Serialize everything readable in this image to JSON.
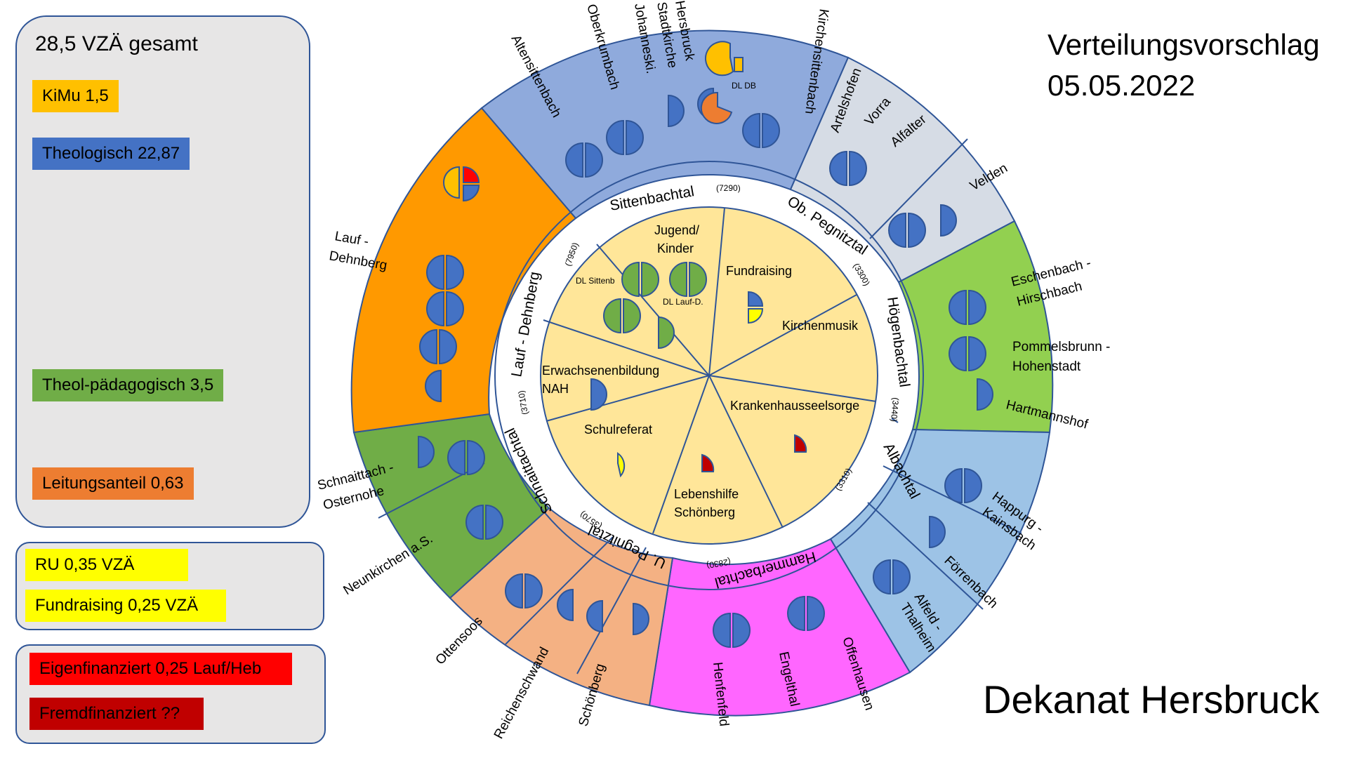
{
  "title_line1": "Verteilungsvorschlag",
  "title_line2": "05.05.2022",
  "footer": "Dekanat Hersbruck",
  "legend": {
    "total": "28,5 VZÄ gesamt",
    "kimu": "KiMu 1,5",
    "theologisch": "Theologisch 22,87",
    "theol_paed": "Theol-pädagogisch 3,5",
    "leitung": "Leitungsanteil 0,63",
    "ru": "RU 0,35 VZÄ",
    "fundraising": "Fundraising 0,25 VZÄ",
    "eigen": "Eigenfinanziert 0,25 Lauf/Heb",
    "fremd": "Fremdfinanziert ??"
  },
  "colors": {
    "kimu": "#ffc000",
    "theologisch": "#4472c4",
    "theol_paed": "#70ad47",
    "leitung": "#ed7d31",
    "ru": "#ffff00",
    "eigen": "#ff0000",
    "fremd": "#c00000",
    "border": "#2f5597"
  },
  "regions": {
    "sittenbachtal": "Sittenbachtal",
    "sittenbachtal_num": "(7290)",
    "ob_pegnitztal": "Ob. Pegnitztal",
    "ob_pegnitztal_num": "(3300)",
    "hoegenbachtal": "Högenbachtal",
    "hoegenbachtal_num": "(3440)",
    "albachtal": "Albachtal",
    "albachtal_num": "(3310)",
    "hammerbachtal": "Hammerbachtal",
    "hammerbachtal_num": "(2830)",
    "u_pegnitztal": "U. Pegnitztal",
    "u_pegnitztal_num": "(3570)",
    "schnaittachtal": "Schnaittachtal",
    "schnaittachtal_num": "(3710)",
    "lauf_dehnberg": "Lauf - Dehnberg",
    "lauf_dehnberg_num": "(7950)"
  },
  "parishes": {
    "altensittenbach": "Altensittenbach",
    "oberkrumbach": "Oberkrumbach",
    "hersbruck_1": "Hersbruck",
    "hersbruck_2": "Stadtkirche",
    "hersbruck_3": "Johanneski.",
    "kirchensittenbach": "Kirchensittenbach",
    "dl_db": "DL DB",
    "artelshofen": "Artelshofen",
    "vorra": "Vorra",
    "alfalter": "Alfalter",
    "velden": "Velden",
    "eschenbach_1": "Eschenbach -",
    "eschenbach_2": "Hirschbach",
    "pommelsbrunn_1": "Pommelsbrunn -",
    "pommelsbrunn_2": "Hohenstadt",
    "hartmannshof": "Hartmannshof",
    "happurg_1": "Happurg -",
    "happurg_2": "Kainsbach",
    "foerrenbach": "Förrenbach",
    "alfeld_1": "Alfeld -",
    "alfeld_2": "Thalheim",
    "offenhausen": "Offenhausen",
    "engelthal": "Engelthal",
    "henfenfeld": "Henfenfeld",
    "schoenberg": "Schönberg",
    "reichenschwand": "Reichenschwand",
    "ottensoos": "Ottensoos",
    "neunkirchen": "Neunkirchen a.S.",
    "schnaittach_1": "Schnaittach -",
    "schnaittach_2": "Osternohe",
    "lauf_1": "Lauf -",
    "lauf_2": "Dehnberg"
  },
  "center": {
    "jugend_1": "Jugend/",
    "jugend_2": "Kinder",
    "dl_sittenb": "DL Sittenb",
    "dl_lauf": "DL Lauf-D.",
    "fundraising": "Fundraising",
    "kirchenmusik": "Kirchenmusik",
    "erwachsenen_1": "Erwachsenenbildung",
    "erwachsenen_2": "NAH",
    "krankenhaus": "Krankenhausseelsorge",
    "schulreferat": "Schulreferat",
    "lebenshilfe_1": "Lebenshilfe",
    "lebenshilfe_2": "Schönberg"
  }
}
